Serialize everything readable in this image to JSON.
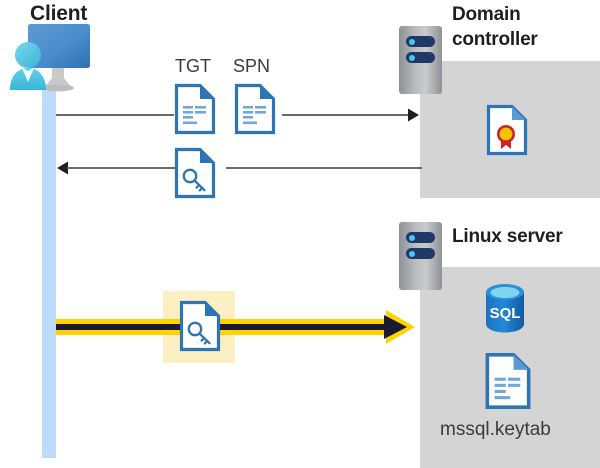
{
  "diagram": {
    "title_client": "Client",
    "title_domain_controller": "Domain controller",
    "title_linux_server": "Linux server"
  },
  "labels": {
    "tgt": "TGT",
    "spn": "SPN",
    "keytab_file": "mssql.keytab"
  },
  "icons": {
    "client": "client-workstation-icon",
    "server_rack": "server-rack-icon",
    "document_tgt": "document-icon",
    "document_spn": "document-icon",
    "document_key": "key-document-icon",
    "certificate": "certificate-document-icon",
    "sql_database": "sql-database-icon",
    "keytab_document": "document-icon"
  },
  "flows": [
    {
      "name": "request-tgt-spn",
      "direction": "right",
      "from": "Client",
      "to": "Domain controller",
      "style": "thin-gray",
      "carries": [
        "TGT",
        "SPN"
      ]
    },
    {
      "name": "return-ticket",
      "direction": "left",
      "from": "Domain controller",
      "to": "Client",
      "style": "thin-gray",
      "carries": [
        "key-document"
      ]
    },
    {
      "name": "present-service-ticket",
      "direction": "right",
      "from": "Client",
      "to": "Linux server",
      "style": "thick-gold-highlight",
      "carries": [
        "key-document"
      ]
    }
  ],
  "colors": {
    "panel_gray": "#d4d4d4",
    "lifeline_blue": "#bfdbfb",
    "accent_blue": "#2e75b6",
    "doc_blue": "#3a7bc8",
    "gold": "#ffd200",
    "highlight_yellow": "#fcf0c3",
    "arrow_gray": "#545454",
    "title_text": "#1f1f1f",
    "caption_text": "#3b3b3b",
    "rack_navy": "#1f3864",
    "sql_blue": "#1b72c0",
    "seal_gold": "#f5c400",
    "seal_red": "#cc2229"
  }
}
